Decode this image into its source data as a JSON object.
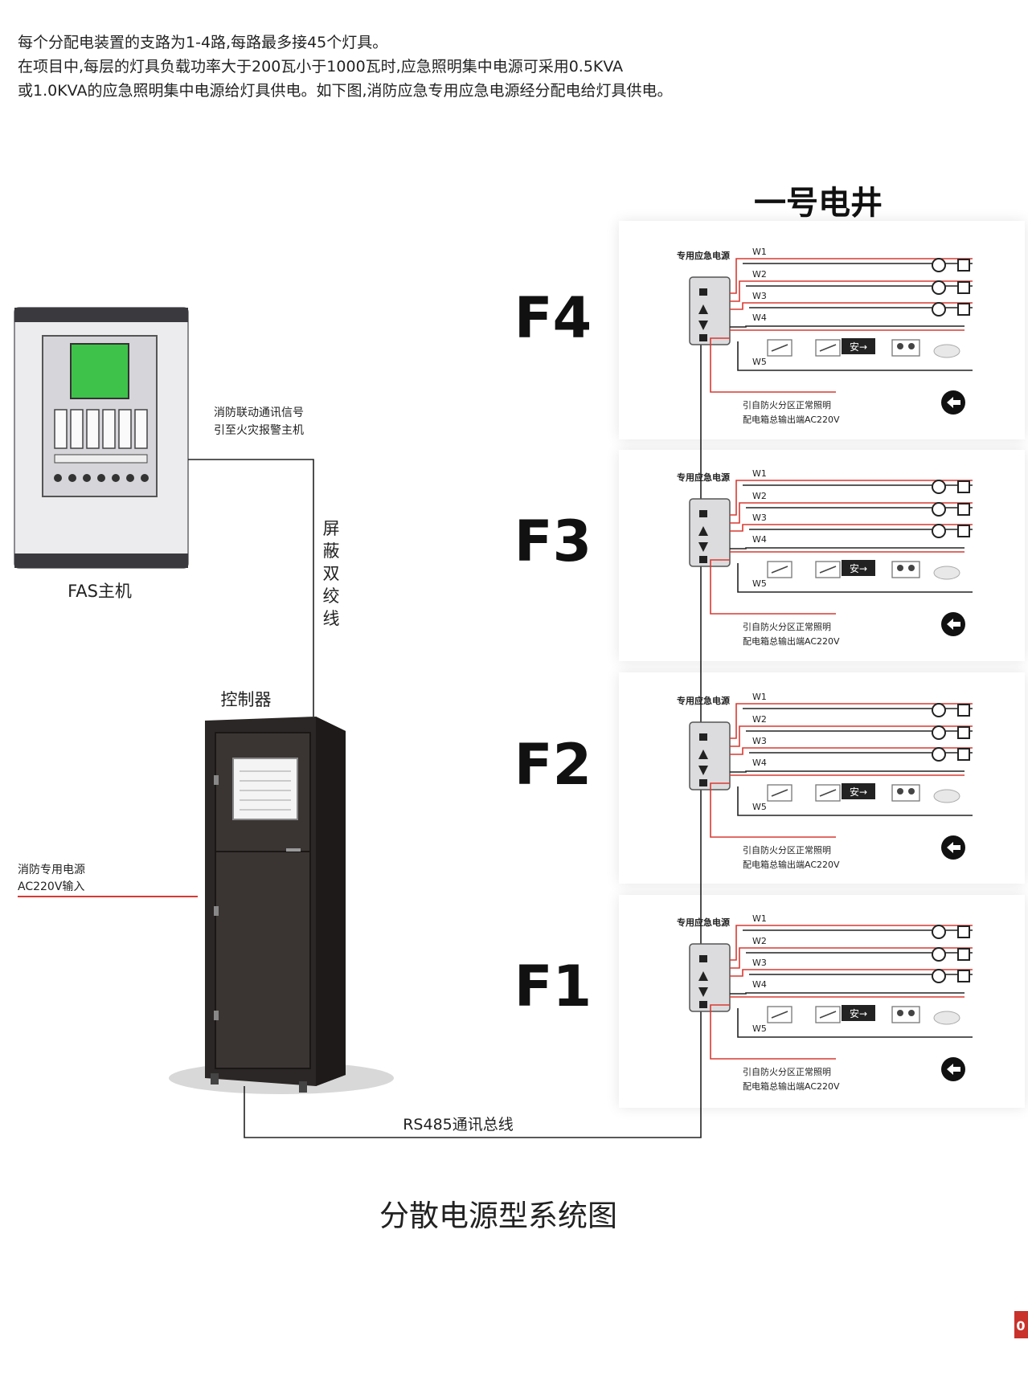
{
  "intro": {
    "line1": "每个分配电装置的支路为1-4路,每路最多接45个灯具。",
    "line2": "在项目中,每层的灯具负载功率大于200瓦小于1000瓦时,应急照明集中电源可采用0.5KVA",
    "line3": "或1.0KVA的应急照明集中电源给灯具供电。如下图,消防应急专用应急电源经分配电给灯具供电。"
  },
  "shaft_title": "一号电井",
  "fas": {
    "label": "FAS主机",
    "signal_line1": "消防联动通讯信号",
    "signal_line2": "引至火灾报警主机"
  },
  "cable_label": [
    "屏",
    "蔽",
    "双",
    "绞",
    "线"
  ],
  "controller": {
    "label": "控制器"
  },
  "power_input": {
    "line1": "消防专用电源",
    "line2": "AC220V输入"
  },
  "bus_label": "RS485通讯总线",
  "footer_title": "分散电源型系统图",
  "page_tab": "0",
  "floor_common": {
    "box_label": "专用应急电源",
    "circuits": [
      "W1",
      "W2",
      "W3",
      "W4",
      "W5"
    ],
    "exit_sign": "安→",
    "note_line1": "引自防火分区正常照明",
    "note_line2": "配电箱总输出端AC220V"
  },
  "floors": [
    {
      "name": "F4"
    },
    {
      "name": "F3"
    },
    {
      "name": "F2"
    },
    {
      "name": "F1"
    }
  ],
  "colors": {
    "power_line": "#d93a32",
    "signal_line": "#222222",
    "fas_screen": "#3ec24a",
    "cabinet": "#2b2726"
  }
}
